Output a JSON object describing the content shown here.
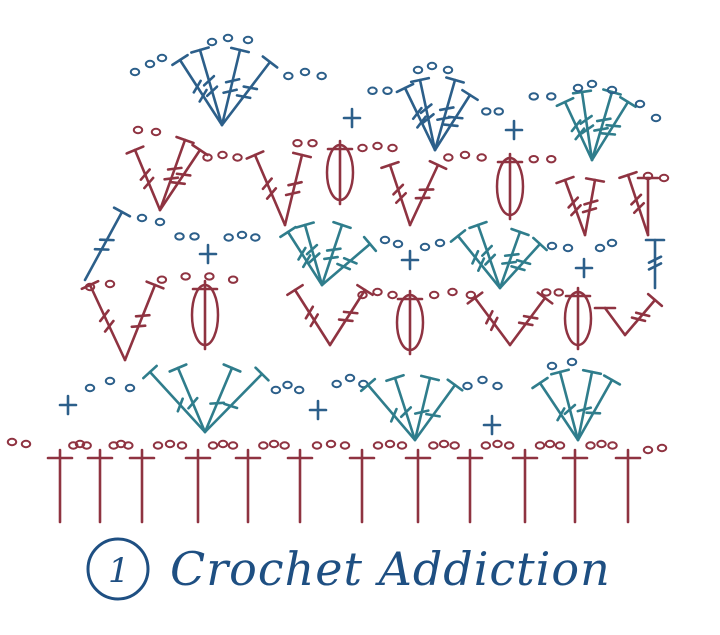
{
  "diagram": {
    "kind": "crochet-stitch-chart",
    "colors": {
      "red": "#8f3341",
      "blue": "#2c5f8a",
      "teal": "#2f7d8c",
      "caption": "#1e4f82"
    },
    "symbols": [
      "chain-stitch",
      "single-crochet",
      "double-crochet",
      "triple-crochet",
      "puff-stitch"
    ]
  },
  "caption": {
    "number": "1",
    "text": "Crochet Addiction"
  }
}
